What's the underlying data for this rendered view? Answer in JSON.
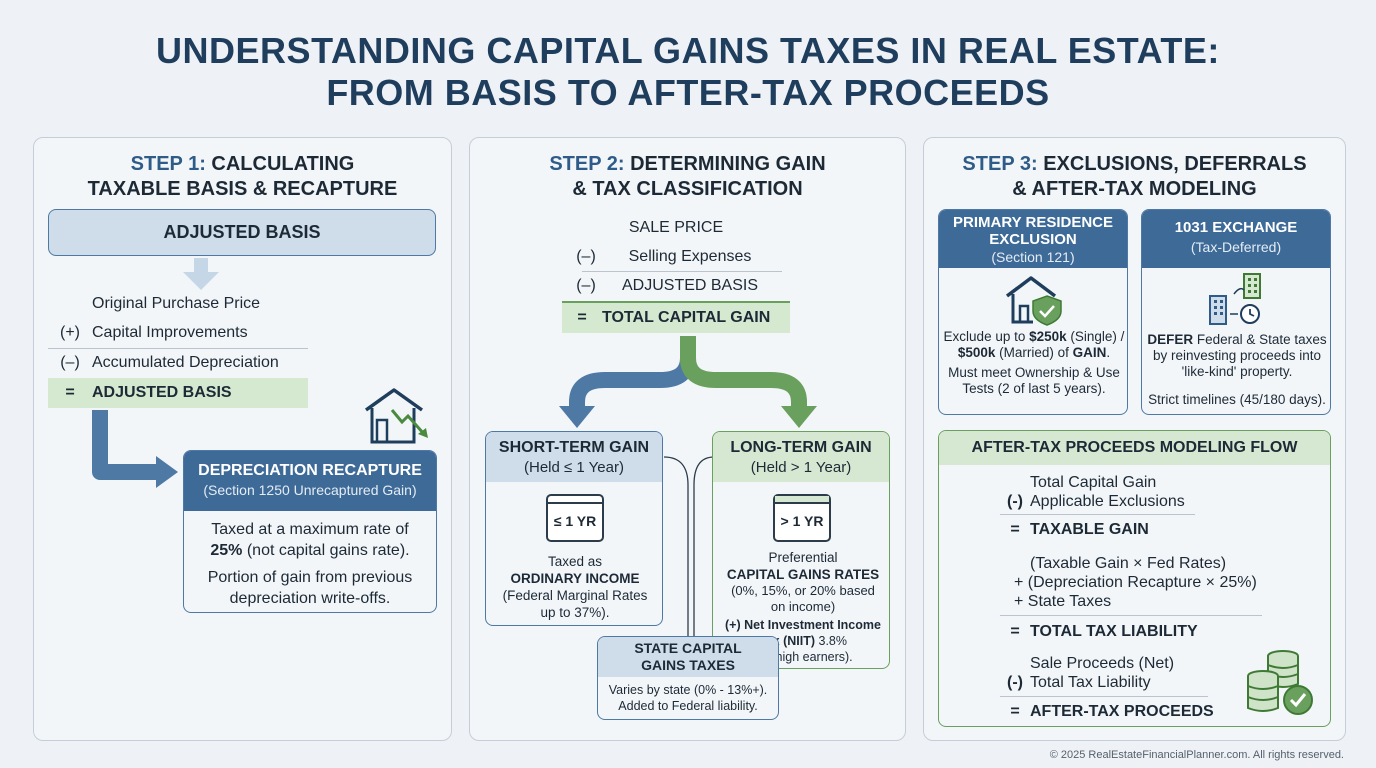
{
  "title": {
    "line1": "UNDERSTANDING CAPITAL GAINS TAXES IN REAL ESTATE:",
    "line2": "FROM BASIS TO AFTER-TAX PROCEEDS"
  },
  "step1": {
    "num": "STEP 1:",
    "title_a": " CALCULATING",
    "title_b": "TAXABLE BASIS & RECAPTURE",
    "basis_header": "ADJUSTED BASIS",
    "rows": [
      {
        "op": "",
        "label": "Original Purchase Price"
      },
      {
        "op": "(+)",
        "label": "Capital Improvements"
      },
      {
        "op": "(–)",
        "label": "Accumulated Depreciation"
      },
      {
        "op": "=",
        "label": "ADJUSTED BASIS"
      }
    ],
    "recapture": {
      "title": "DEPRECIATION RECAPTURE",
      "subtitle": "(Section 1250 Unrecaptured Gain)",
      "text1_a": "Taxed at a maximum rate of",
      "text1_b": "25%",
      "text1_c": " (not capital gains rate).",
      "text2": "Portion of gain from previous depreciation write-offs."
    }
  },
  "step2": {
    "num": "STEP 2:",
    "title_a": " DETERMINING GAIN",
    "title_b": "& TAX CLASSIFICATION",
    "rows": [
      {
        "op": "",
        "label": "SALE PRICE"
      },
      {
        "op": "(–)",
        "label": "Selling Expenses"
      },
      {
        "op": "(–)",
        "label": "ADJUSTED BASIS"
      },
      {
        "op": "=",
        "label": "TOTAL CAPITAL GAIN"
      }
    ],
    "short_term": {
      "title": "SHORT-TERM GAIN",
      "subtitle": "(Held ≤ 1 Year)",
      "badge": "≤ 1 YR",
      "text_a": "Taxed as",
      "text_b": "ORDINARY INCOME",
      "text_c": "(Federal Marginal Rates up to 37%)."
    },
    "long_term": {
      "title": "LONG-TERM GAIN",
      "subtitle": "(Held > 1 Year)",
      "badge": "> 1 YR",
      "text_a": "Preferential",
      "text_b": "CAPITAL GAINS RATES",
      "text_c": "(0%, 15%, or 20% based on income)",
      "text_d": "(+) Net Investment Income Tax (NIIT)",
      "text_e": " 3.8%",
      "text_f": "(for high earners)."
    },
    "state": {
      "title": "STATE CAPITAL GAINS TAXES",
      "text": "Varies by state (0% - 13%+). Added to Federal liability."
    }
  },
  "step3": {
    "num": "STEP 3:",
    "title_a": " EXCLUSIONS, DEFERRALS",
    "title_b": "& AFTER-TAX MODELING",
    "residence": {
      "title": "PRIMARY RESIDENCE EXCLUSION",
      "subtitle": "(Section 121)",
      "text_a": "Exclude up to ",
      "text_b": "$250k",
      "text_c": " (Single) / ",
      "text_d": "$500k",
      "text_e": " (Married) of ",
      "text_f": "GAIN",
      "text_g": ".",
      "text2": "Must meet Ownership & Use Tests (2 of last 5 years)."
    },
    "exchange": {
      "title": "1031 EXCHANGE",
      "subtitle": "(Tax-Deferred)",
      "text_a": "DEFER",
      "text_b": " Federal & State taxes by reinvesting proceeds into 'like-kind' property.",
      "text2": "Strict timelines (45/180 days)."
    },
    "flow": {
      "title": "AFTER-TAX PROCEEDS MODELING FLOW",
      "g1": [
        {
          "op": "",
          "label": "Total Capital Gain"
        },
        {
          "op": "(-)",
          "label": "Applicable Exclusions"
        }
      ],
      "r1": {
        "op": "=",
        "label": "TAXABLE GAIN"
      },
      "g2": [
        {
          "op": "",
          "label": "(Taxable Gain × Fed Rates)"
        },
        {
          "op": "",
          "label": "+ (Depreciation Recapture × 25%)"
        },
        {
          "op": "",
          "label": "+ State Taxes"
        }
      ],
      "r2": {
        "op": "=",
        "label": "TOTAL TAX LIABILITY"
      },
      "g3": [
        {
          "op": "",
          "label": "Sale Proceeds (Net)"
        },
        {
          "op": "(-)",
          "label": "Total Tax Liability"
        }
      ],
      "r3": {
        "op": "=",
        "label": "AFTER-TAX PROCEEDS"
      }
    }
  },
  "copyright": "© 2025 RealEstateFinancialPlanner.com. All rights reserved.",
  "colors": {
    "navy": "#1f3d5c",
    "blue": "#4e79a5",
    "green": "#6aa05e",
    "light_blue": "#cfdcea",
    "light_green": "#d7e8d2"
  },
  "icons": [
    "house-down-arrow-icon",
    "calendar-icon",
    "house-shield-icon",
    "buildings-clock-icon",
    "coins-check-icon"
  ]
}
